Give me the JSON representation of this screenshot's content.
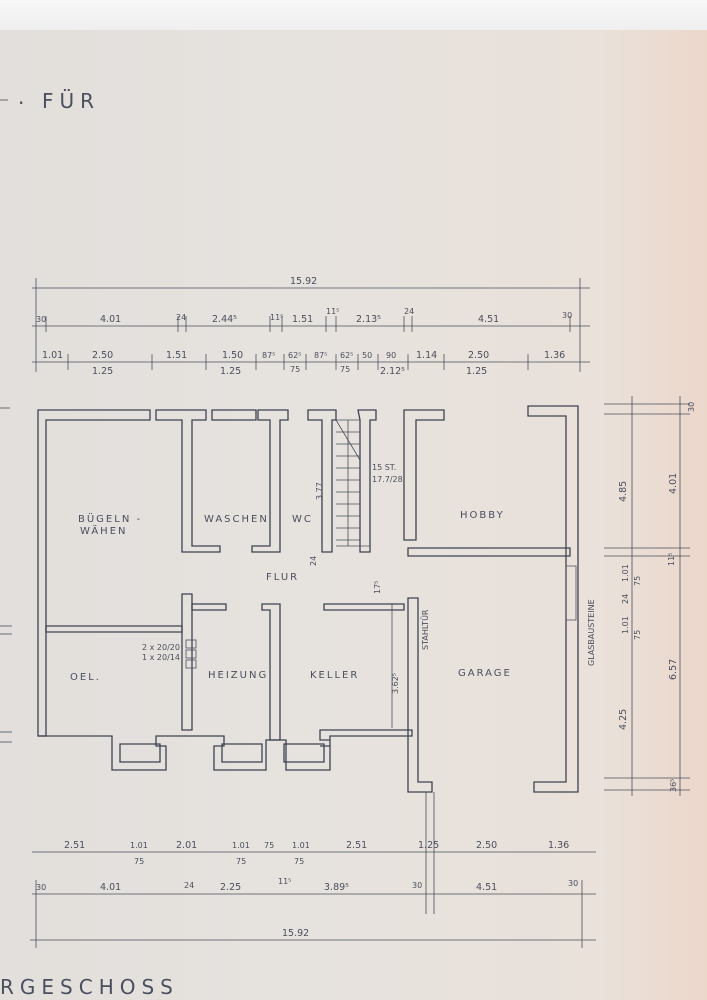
{
  "drawing": {
    "title_fragment": "FÜR",
    "title_mark": ".",
    "footer_fragment": "RGESCHOSS"
  },
  "rooms": {
    "buegeln_1": "BÜGELN -",
    "buegeln_2": "WÄHEN",
    "waschen": "WASCHEN",
    "wc": "WC",
    "hobby": "HOBBY",
    "flur": "FLUR",
    "oel": "OEL.",
    "heizung": "HEIZUNG",
    "keller": "KELLER",
    "garage": "GARAGE"
  },
  "annotations": {
    "stair_1": "15 ST.",
    "stair_2": "17.7/28",
    "stair_dim": "3.77",
    "stair_24": "24",
    "vent_1": "2 x 20/20",
    "vent_2": "1 x 20/14",
    "stahltuer": "STAHLTÜR",
    "glasbausteine": "GLASBAUSTEINE",
    "keller_h": "3.62⁵",
    "keller_w": "17⁵"
  },
  "top_dims": {
    "overall": "15.92",
    "row2": [
      "30",
      "4.01",
      "24",
      "2.44⁵",
      "11⁵",
      "1.51",
      "11⁵",
      "2.13⁵",
      "24",
      "4.51",
      "30"
    ],
    "row3_top": [
      "1.01",
      "2.50",
      "1.51",
      "1.50",
      "87⁵",
      "62⁵",
      "87⁵",
      "62⁵",
      "50",
      "90",
      "1.14",
      "2.50",
      "1.36"
    ],
    "row3_bot": [
      "1.25",
      "1.25",
      "75",
      "75",
      "2.12⁵",
      "1.25"
    ]
  },
  "bottom_dims": {
    "row1_top": [
      "2.51",
      "1.01",
      "2.01",
      "1.01",
      "75",
      "1.01",
      "2.51",
      "1.25",
      "2.50",
      "1.36"
    ],
    "row1_bot": [
      "75",
      "75",
      "75"
    ],
    "row2": [
      "30",
      "4.01",
      "24",
      "2.25",
      "11⁵",
      "3.89⁵",
      "30",
      "4.51",
      "30"
    ],
    "overall": "15.92"
  },
  "right_dims": {
    "outer_a": "30",
    "outer_b": "4.85",
    "outer_c": "4.01",
    "outer_d": "11⁵",
    "outer_e": "6.57",
    "outer_f": "4.25",
    "outer_g": "36⁵",
    "inner": [
      "1.01",
      "24",
      "1.01",
      "75",
      "75"
    ]
  },
  "colors": {
    "ink": "#3e4352",
    "paper": "#e4e0dc"
  }
}
